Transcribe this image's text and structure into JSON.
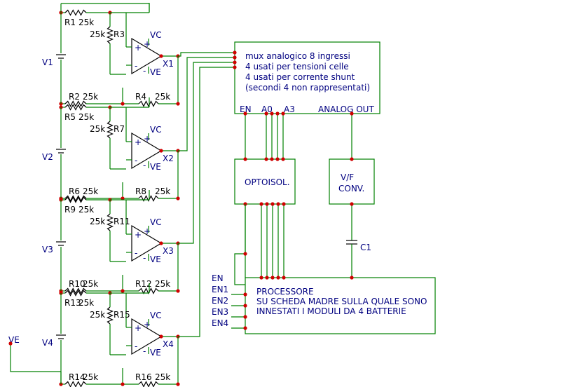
{
  "stages": [
    {
      "opamp": "X1",
      "v": "V1",
      "ra": "R1",
      "ra_val": "25k",
      "rb": "R3",
      "rb_val": "25k",
      "rc": "R2",
      "rc_val": "25k",
      "rd": "R4",
      "rd_val": "25k"
    },
    {
      "opamp": "X2",
      "v": "V2",
      "ra": "R5",
      "ra_val": "25k",
      "rb": "R7",
      "rb_val": "25k",
      "rc": "R6",
      "rc_val": "25k",
      "rd": "R8",
      "rd_val": "25k"
    },
    {
      "opamp": "X3",
      "v": "V3",
      "ra": "R9",
      "ra_val": "25k",
      "rb": "R11",
      "rb_val": "25k",
      "rc": "R10",
      "rc_val": "25k",
      "rd": "R12",
      "rd_val": "25k"
    },
    {
      "opamp": "X4",
      "v": "V4",
      "ra": "R13",
      "ra_val": "25k",
      "rb": "R15",
      "rb_val": "25k",
      "rc": "R14",
      "rc_val": "25k",
      "rd": "R16",
      "rd_val": "25k"
    }
  ],
  "supply": {
    "vc": "VC",
    "ve": "VE",
    "plus": "+",
    "minus": "-"
  },
  "ve_label": "VE",
  "mux": {
    "lines": [
      "mux analogico 8 ingressi",
      "4 usati per tensioni celle",
      "4 usati per corrente shunt",
      "(secondi 4 non rappresentati)"
    ],
    "pin_en": "EN",
    "pin_a0": "A0",
    "pin_a3": "A3",
    "pin_out": "ANALOG OUT"
  },
  "opto": {
    "label": "OPTOISOL."
  },
  "vf": {
    "line1": "V/F",
    "line2": "CONV."
  },
  "cap": {
    "label": "C1"
  },
  "processor": {
    "lines": [
      "PROCESSORE",
      "SU SCHEDA MADRE SULLA QUALE SONO",
      "INNESTATI I MODULI DA 4 BATTERIE"
    ],
    "en": "EN",
    "en1": "EN1",
    "en2": "EN2",
    "en3": "EN3",
    "en4": "EN4"
  }
}
